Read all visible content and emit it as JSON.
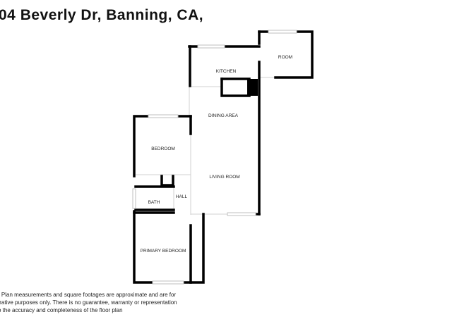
{
  "header": {
    "title": "04 Beverly Dr, Banning, CA,"
  },
  "rooms": {
    "room": "ROOM",
    "kitchen": "KITCHEN",
    "dining_area": "DINING AREA",
    "bedroom": "BEDROOM",
    "living_room": "LIVING ROOM",
    "hall": "HALL",
    "bath": "BATH",
    "primary_bedroom": "PRIMARY BEDROOM"
  },
  "disclaimer": {
    "line1": "r Plan measurements and square footages are approximate and are for",
    "line2": "trative purposes only. There is no guarantee, warranty or representation",
    "line3": "o the accuracy and completeness of the floor plan"
  },
  "colors": {
    "wall": "#000000",
    "window": "#bfbfbf",
    "thin_wall": "#d0d0d0"
  }
}
